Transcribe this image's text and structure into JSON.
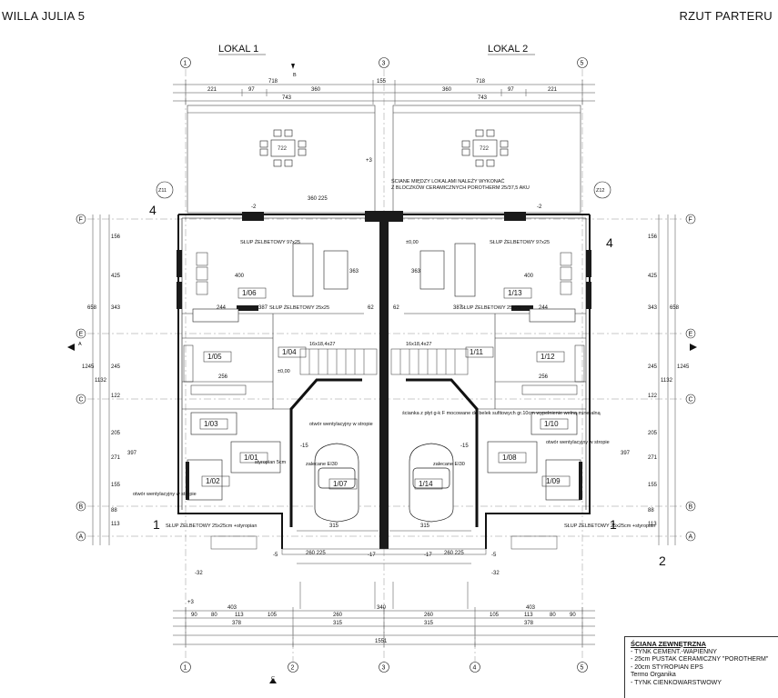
{
  "header": {
    "title_left": "WILLA JULIA 5",
    "title_right": "RZUT PARTERU"
  },
  "units": {
    "unit_1": "LOKAL 1",
    "unit_2": "LOKAL 2"
  },
  "axes": {
    "vertical": [
      "1",
      "3",
      "5",
      "2",
      "4"
    ],
    "horizontal": [
      "F",
      "E",
      "C",
      "B",
      "A"
    ]
  },
  "section_marks": [
    "B",
    "A",
    "C",
    "1",
    "2",
    "4"
  ],
  "rooms": [
    "1/06",
    "1/05",
    "1/04",
    "1/03",
    "1/02",
    "1/01",
    "1/07",
    "1/13",
    "1/12",
    "1/11",
    "1/10",
    "1/09",
    "1/08",
    "1/14"
  ],
  "columns": {
    "z_left": "Z11",
    "z_right": "Z12"
  },
  "notes": {
    "wall_note_line1": "ŚCIANE MIĘDZY LOKALAMI NALEŻY WYKONAĆ",
    "wall_note_line2": "Z BLOCZKÓW CERAMICZNYCH POROTHERM 25/37,5 AKU",
    "level_zero_1": "±0,00",
    "level_zero_2": "±0,00",
    "column_tl": "SŁUP ŻELBETOWY 97x25",
    "column_tr": "SŁUP ŻELBETOWY 97x25",
    "column_ml": "SŁUP ŻELBETOWY 25x25",
    "column_mr": "SŁUP ŻELBETOWY 25x25",
    "column_bl": "SŁUP ŻELBETOWY 25x25cm +styropian",
    "column_br": "SŁUP ŻELBETOWY 25x25cm +styropian",
    "garage_wall": "ścianka z płyt g-k F mocowane do belek sufitowych gr.10cm wypełnienie wełną mineralną",
    "fire_door_1": "zalecane EI30",
    "fire_door_2": "zalecane EI30",
    "vent_1": "otwór wentylacyjny w stropie",
    "vent_2": "otwór wentylacyjny w stropie",
    "vent_3": "otwór wentylacyjny w stropie",
    "styro": "styropian 5cm",
    "stairs_1": "16x18,4x27",
    "stairs_2": "16x18,4x27"
  },
  "dimensions": {
    "top_row1": [
      "718",
      "155",
      "718"
    ],
    "top_row2": [
      "221",
      "97",
      "360",
      "360",
      "97",
      "221"
    ],
    "top_row3": [
      "743",
      "743"
    ],
    "table": [
      "722",
      "722"
    ],
    "bottom_row1": [
      "403",
      "340",
      "403"
    ],
    "bottom_row2": [
      "90",
      "80",
      "113",
      "105",
      "260",
      "260",
      "105",
      "113",
      "80",
      "90"
    ],
    "bottom_row3": [
      "378",
      "315",
      "315",
      "378"
    ],
    "bottom_total": "1551",
    "left_side": [
      "156",
      "425",
      "343",
      "245",
      "122",
      "397",
      "205",
      "271",
      "155",
      "88",
      "113"
    ],
    "left_totals": [
      "658",
      "1132",
      "1245"
    ],
    "right_side": [
      "156",
      "425",
      "343",
      "245",
      "122",
      "397",
      "205",
      "271",
      "155",
      "88",
      "113"
    ],
    "right_totals": [
      "658",
      "1132",
      "1245"
    ],
    "garage_width": [
      "315",
      "315"
    ],
    "gate": [
      "260 225",
      "260 225"
    ],
    "misc": [
      "244",
      "244",
      "387",
      "387",
      "256",
      "256",
      "400",
      "400",
      "363",
      "363",
      "62",
      "62",
      "+3",
      "+3",
      "-2",
      "-2",
      "-32",
      "-32",
      "-5",
      "-5",
      "-17",
      "-17",
      "-15",
      "-15",
      "360 225"
    ]
  },
  "legend": {
    "title": "ŚCIANA ZEWNĘTRZNA",
    "items": [
      "- TYNK CEMENT.-WAPIENNY",
      "- 25cm PUSTAK CERAMICZNY \"POROTHERM\"",
      "- 20cm STYROPIAN EPS",
      "  Termo Organika",
      "- TYNK CIENKOWARSTWOWY"
    ]
  },
  "colors": {
    "line": "#222222",
    "thin": "#555555",
    "wall_fill": "#1a1a1a",
    "dim": "#666666"
  }
}
